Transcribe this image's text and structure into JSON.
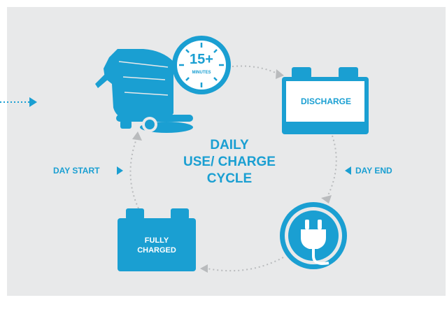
{
  "diagram": {
    "title_lines": [
      "DAILY",
      "USE/ CHARGE",
      "CYCLE"
    ],
    "day_start_label": "DAY START",
    "day_end_label": "DAY END",
    "discharge_label": "DISCHARGE",
    "fully_charged_lines": [
      "FULLY",
      "CHARGED"
    ],
    "timer": {
      "value": "15+",
      "unit": "MINUTES"
    },
    "icons": [
      "scrubber-machine-icon",
      "timer-icon",
      "battery-discharge-icon",
      "plug-icon",
      "battery-full-icon"
    ]
  },
  "colors": {
    "accent": "#1a9fd2",
    "background": "#e8e9ea",
    "connector": "#b9bbbd",
    "white": "#ffffff"
  }
}
